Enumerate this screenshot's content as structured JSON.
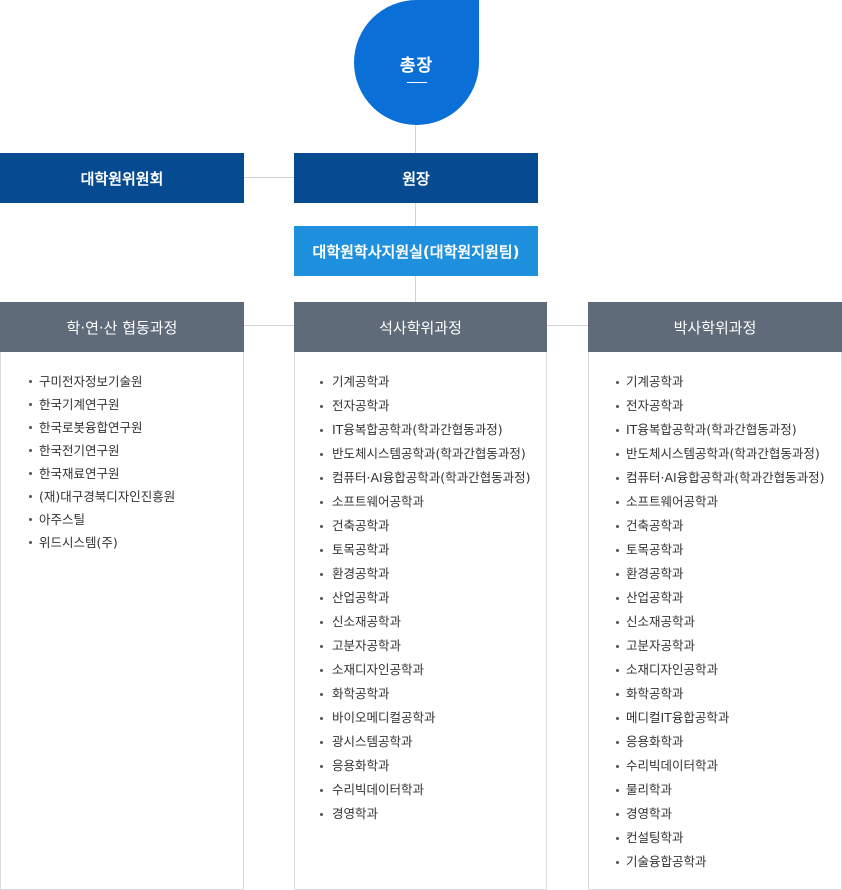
{
  "top": {
    "title": "총장"
  },
  "committee": {
    "label": "대학원위원회"
  },
  "dean": {
    "label": "원장"
  },
  "office": {
    "label": "대학원학사지원실(대학원지원팀)"
  },
  "columns": [
    {
      "header": "학·연·산 협동과정",
      "items": [
        "구미전자정보기술원",
        "한국기계연구원",
        "한국로봇융합연구원",
        "한국전기연구원",
        "한국재료연구원",
        "(재)대구경북디자인진흥원",
        "아주스틸",
        "위드시스템(주)"
      ]
    },
    {
      "header": "석사학위과정",
      "items": [
        "기계공학과",
        "전자공학과",
        "IT융복합공학과(학과간협동과정)",
        "반도체시스템공학과(학과간협동과정)",
        "컴퓨터·AI융합공학과(학과간협동과정)",
        "소프트웨어공학과",
        "건축공학과",
        "토목공학과",
        "환경공학과",
        "산업공학과",
        "신소재공학과",
        "고분자공학과",
        "소재디자인공학과",
        "화학공학과",
        "바이오메디컬공학과",
        "광시스템공학과",
        "응용화학과",
        "수리빅데이터학과",
        "경영학과"
      ]
    },
    {
      "header": "박사학위과정",
      "items": [
        "기계공학과",
        "전자공학과",
        "IT융복합공학과(학과간협동과정)",
        "반도체시스템공학과(학과간협동과정)",
        "컴퓨터·AI융합공학과(학과간협동과정)",
        "소프트웨어공학과",
        "건축공학과",
        "토목공학과",
        "환경공학과",
        "산업공학과",
        "신소재공학과",
        "고분자공학과",
        "소재디자인공학과",
        "화학공학과",
        "메디컬IT융합공학과",
        "응용화학과",
        "수리빅데이터학과",
        "물리학과",
        "경영학과",
        "컨설팅학과",
        "기술융합공학과"
      ]
    }
  ],
  "colors": {
    "top": "#0a6fd6",
    "dark": "#064a91",
    "light": "#1f90dd",
    "grey": "#5f6b78",
    "connector": "#cfd4da"
  }
}
